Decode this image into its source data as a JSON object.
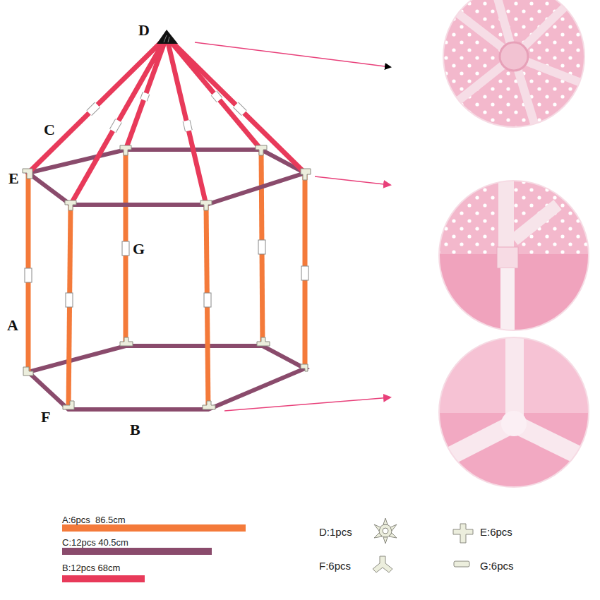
{
  "diagram": {
    "labels": [
      "D",
      "C",
      "E",
      "G",
      "A",
      "F",
      "B"
    ],
    "legend": [
      {
        "text": "A:6pcs  86.5cm",
        "color": "#f47a3a"
      },
      {
        "text": "C:12pcs 40.5cm",
        "color": "#8a4b6c"
      },
      {
        "text": "B:12pcs 68cm",
        "color": "#e83a5a"
      },
      {
        "text": "D:1pcs"
      },
      {
        "text": "E:6pcs"
      },
      {
        "text": "F:6pcs"
      },
      {
        "text": "G:6pcs"
      }
    ]
  }
}
